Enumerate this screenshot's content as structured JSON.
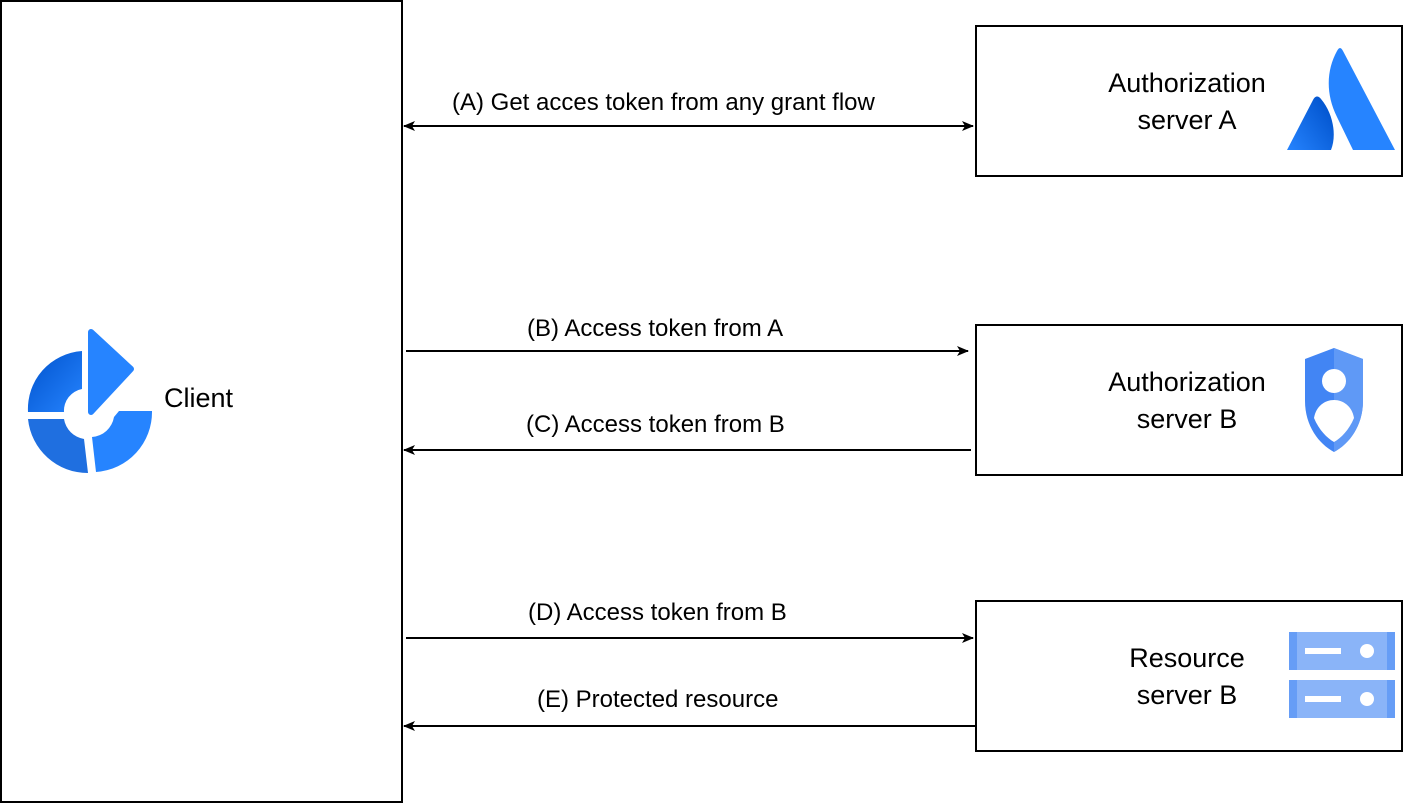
{
  "client": {
    "label": "Client"
  },
  "servers": {
    "auth_a": {
      "line1": "Authorization",
      "line2": "server A"
    },
    "auth_b": {
      "line1": "Authorization",
      "line2": "server B"
    },
    "resource_b": {
      "line1": "Resource",
      "line2": "server B"
    }
  },
  "flows": {
    "a": "(A) Get acces token from any grant flow",
    "b": "(B) Access token from A",
    "c": "(C) Access token from B",
    "d": "(D) Access token from B",
    "e": "(E) Protected resource"
  },
  "colors": {
    "brand_blue": "#2684FF",
    "brand_dark": "#0052CC",
    "google_blue": "#4285F4",
    "google_light": "#AECBFA"
  }
}
